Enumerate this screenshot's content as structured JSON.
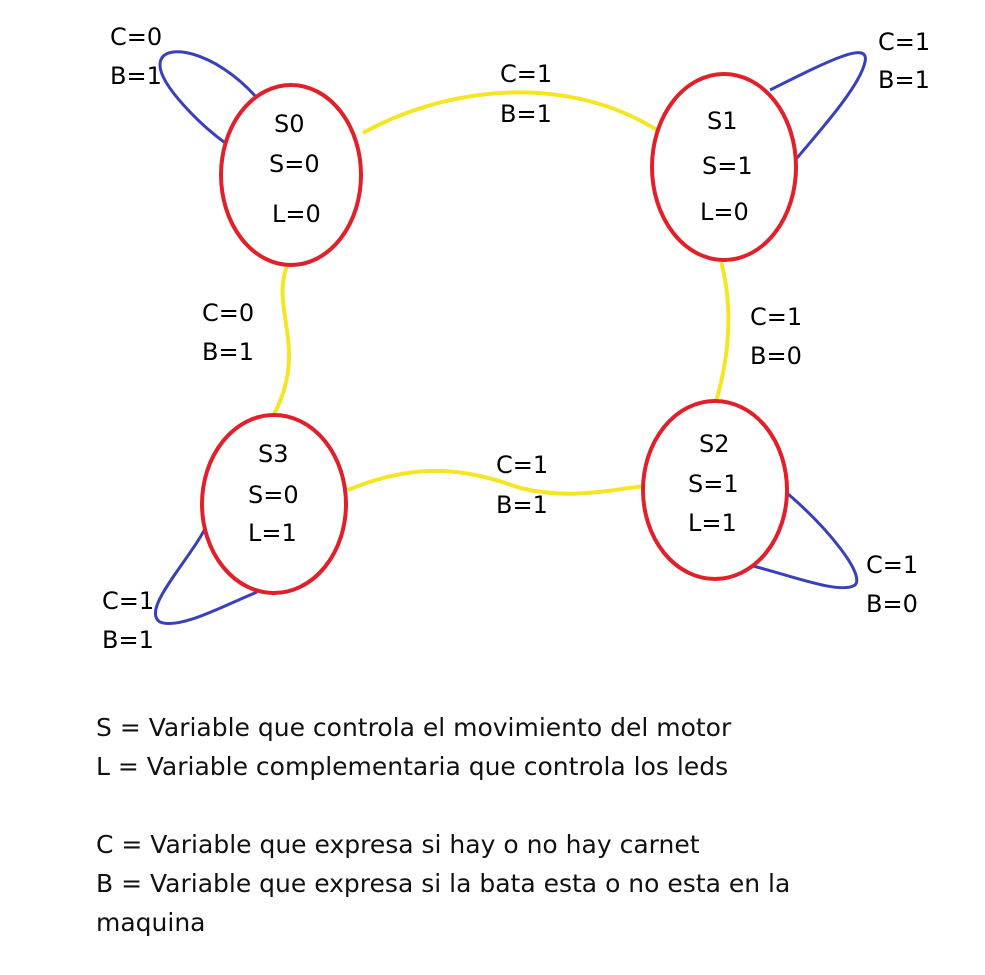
{
  "colors": {
    "state_border": "#e0202a",
    "transition_edge": "#f5e625",
    "self_loop": "#3a40b8",
    "text": "#000000"
  },
  "states": [
    {
      "id": "S0",
      "name": "S0",
      "s": "S=0",
      "l": "L=0"
    },
    {
      "id": "S1",
      "name": "S1",
      "s": "S=1",
      "l": "L=0"
    },
    {
      "id": "S2",
      "name": "S2",
      "s": "S=1",
      "l": "L=1"
    },
    {
      "id": "S3",
      "name": "S3",
      "s": "S=0",
      "l": "L=1"
    }
  ],
  "transitions": [
    {
      "from": "S0",
      "to": "S1",
      "c": "C=1",
      "b": "B=1"
    },
    {
      "from": "S1",
      "to": "S2",
      "c": "C=1",
      "b": "B=0"
    },
    {
      "from": "S2",
      "to": "S3",
      "c": "C=1",
      "b": "B=1"
    },
    {
      "from": "S3",
      "to": "S0",
      "c": "C=0",
      "b": "B=1"
    }
  ],
  "self_loops": [
    {
      "state": "S0",
      "c": "C=0",
      "b": "B=1"
    },
    {
      "state": "S1",
      "c": "C=1",
      "b": "B=1"
    },
    {
      "state": "S2",
      "c": "C=1",
      "b": "B=0"
    },
    {
      "state": "S3",
      "c": "C=1",
      "b": "B=1"
    }
  ],
  "legend": {
    "s": "S = Variable que controla el movimiento del motor",
    "l": "L = Variable complementaria que controla los leds",
    "c": "C = Variable que expresa si hay o no hay carnet",
    "b_line1": "B = Variable que expresa si la bata esta o no esta en la",
    "b_line2": "maquina"
  }
}
